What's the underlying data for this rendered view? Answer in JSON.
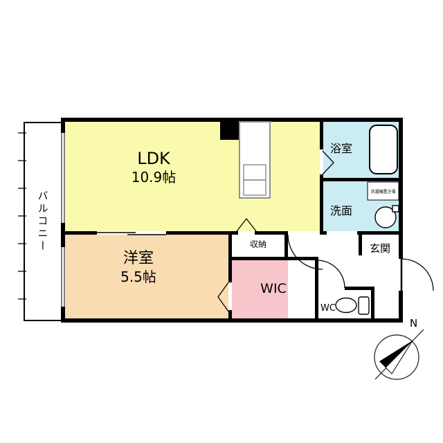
{
  "plan": {
    "balcony_label": "バルコニー",
    "ldk": {
      "name": "LDK",
      "size": "10.9帖"
    },
    "bath_label": "浴室",
    "washroom_label": "洗面",
    "laundry_note": "洗濯機置き場",
    "bedroom": {
      "name": "洋室",
      "size": "5.5帖"
    },
    "storage_label": "収納",
    "wic_label": "WIC",
    "wc_label": "WC",
    "entrance_label": "玄関"
  },
  "compass": {
    "north_label": "N"
  },
  "colors": {
    "ldk": "#fafaae",
    "bedroom": "#fadcb2",
    "wic": "#f7c6cb",
    "wet_area": "#cbecf2",
    "wall": "#000000"
  }
}
